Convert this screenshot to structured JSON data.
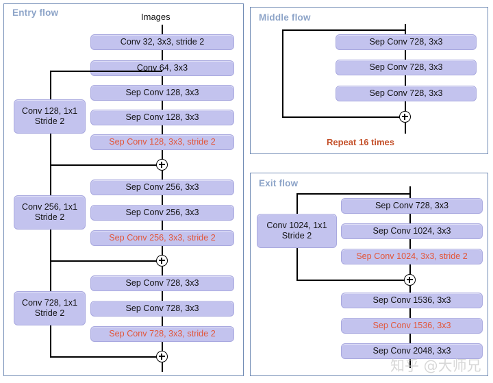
{
  "diagram": {
    "input_label": "Images",
    "watermark": "知乎 @大师兄",
    "colors": {
      "box_fill": "#c3c3ee",
      "box_border": "#a9a9df",
      "panel_border": "#6f8ab4",
      "panel_title": "#8da4c8",
      "stride_text": "#e2563a",
      "repeat_text": "#c4512b",
      "wire": "#000000"
    }
  },
  "entry_flow": {
    "title": "Entry  flow",
    "main_boxes": [
      {
        "label": "Conv 32, 3x3, stride 2",
        "stride": false
      },
      {
        "label": "Conv 64, 3x3",
        "stride": false
      },
      {
        "label": "Sep Conv 128, 3x3",
        "stride": false
      },
      {
        "label": "Sep Conv 128, 3x3",
        "stride": false
      },
      {
        "label": "Sep Conv 128, 3x3, stride 2",
        "stride": true
      },
      {
        "label": "Sep Conv 256, 3x3",
        "stride": false
      },
      {
        "label": "Sep Conv 256, 3x3",
        "stride": false
      },
      {
        "label": "Sep Conv 256, 3x3, stride 2",
        "stride": true
      },
      {
        "label": "Sep Conv 728, 3x3",
        "stride": false
      },
      {
        "label": "Sep Conv 728, 3x3",
        "stride": false
      },
      {
        "label": "Sep Conv 728, 3x3, stride 2",
        "stride": true
      }
    ],
    "shortcut_boxes": [
      {
        "line1": "Conv 128, 1x1",
        "line2": "Stride 2"
      },
      {
        "line1": "Conv 256, 1x1",
        "line2": "Stride 2"
      },
      {
        "line1": "Conv 728, 1x1",
        "line2": "Stride 2"
      }
    ],
    "junction_count": 3
  },
  "middle_flow": {
    "title": "Middle  flow",
    "main_boxes": [
      {
        "label": "Sep Conv 728, 3x3",
        "stride": false
      },
      {
        "label": "Sep Conv 728, 3x3",
        "stride": false
      },
      {
        "label": "Sep Conv 728, 3x3",
        "stride": false
      }
    ],
    "repeat_label": "Repeat 16 times",
    "junction_count": 1
  },
  "exit_flow": {
    "title": "Exit  flow",
    "main_boxes": [
      {
        "label": "Sep Conv 728, 3x3",
        "stride": false
      },
      {
        "label": "Sep Conv 1024, 3x3",
        "stride": false
      },
      {
        "label": "Sep Conv 1024, 3x3, stride 2",
        "stride": true
      },
      {
        "label": "Sep Conv 1536, 3x3",
        "stride": false
      },
      {
        "label": "Sep Conv 1536, 3x3",
        "stride": true
      },
      {
        "label": "Sep Conv 2048, 3x3",
        "stride": false
      }
    ],
    "shortcut_boxes": [
      {
        "line1": "Conv 1024, 1x1",
        "line2": "Stride 2"
      }
    ],
    "junction_count": 1
  }
}
